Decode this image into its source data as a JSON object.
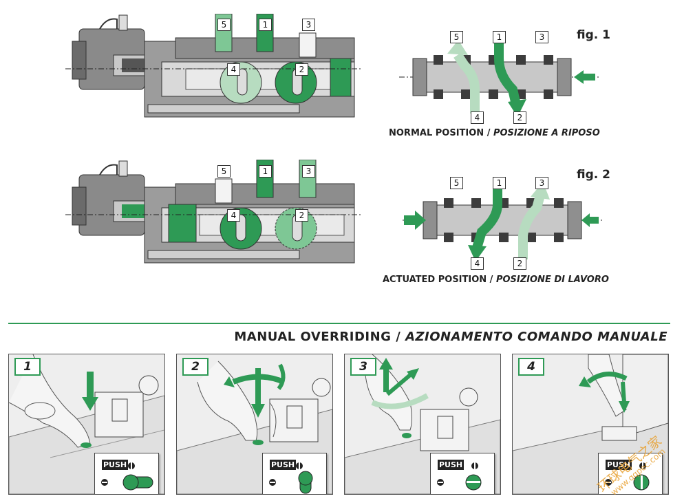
{
  "fig1": {
    "label": "fig. 1",
    "caption_main": "NORMAL POSITION / ",
    "caption_italic": "POSIZIONE A RIPOSO",
    "valve_ports": [
      "5",
      "1",
      "3",
      "4",
      "2"
    ],
    "spool_ports": [
      "5",
      "1",
      "3",
      "4",
      "2"
    ]
  },
  "fig2": {
    "label": "fig. 2",
    "caption_main": "ACTUATED POSITION / ",
    "caption_italic": "POSIZIONE DI LAVORO",
    "valve_ports": [
      "5",
      "1",
      "3",
      "4",
      "2"
    ],
    "spool_ports": [
      "5",
      "1",
      "3",
      "4",
      "2"
    ]
  },
  "manual": {
    "title_main": "MANUAL OVERRIDING / ",
    "title_italic": "AZIONAMENTO COMANDO MANUALE",
    "steps": [
      {
        "number": "1",
        "push": "PUSH"
      },
      {
        "number": "2",
        "push": "PUSH"
      },
      {
        "number": "3",
        "push": "PUSH"
      },
      {
        "number": "4",
        "push": "PUSH"
      }
    ]
  },
  "watermark": {
    "line1": "环球电气之家",
    "line2": "www.qqpec.com"
  },
  "colors": {
    "accent_green": "#2e9a55",
    "light_green": "#b7dcc0",
    "metal": "#9a9a9a",
    "dark_metal": "#4a4a4a"
  }
}
